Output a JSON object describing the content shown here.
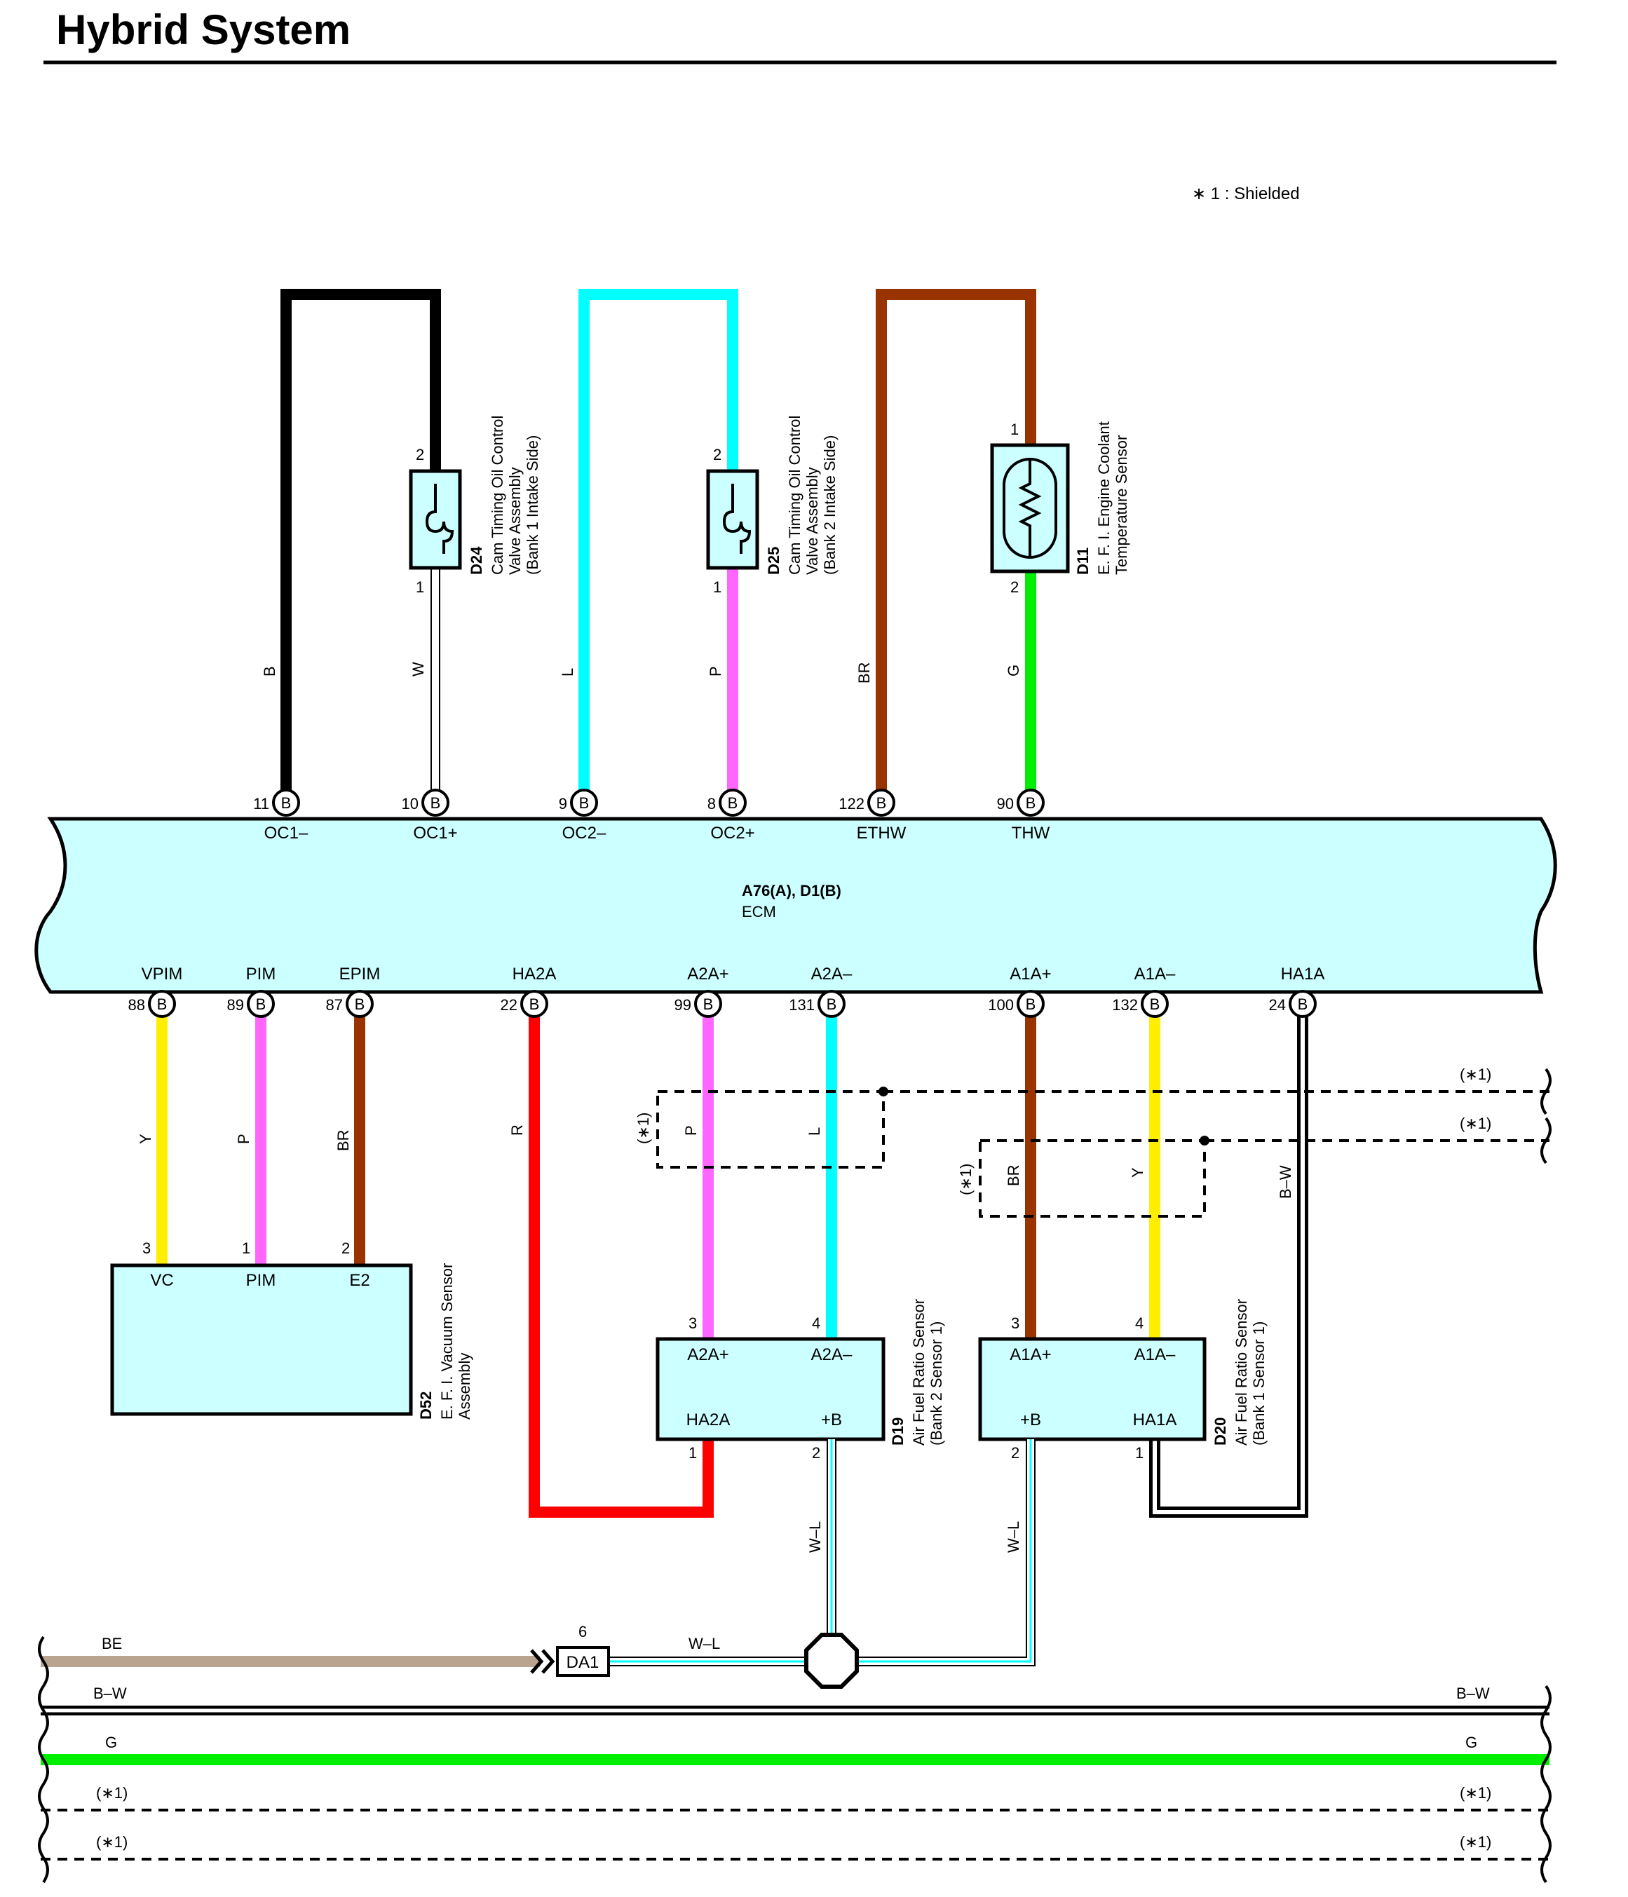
{
  "header": {
    "title": "Hybrid System",
    "note": "∗ 1 : Shielded"
  },
  "ecm": {
    "code": "A76(A), D1(B)",
    "name": "ECM"
  },
  "ecm_top_pins": [
    {
      "num": "11",
      "conn": "B",
      "name": "OC1–"
    },
    {
      "num": "10",
      "conn": "B",
      "name": "OC1+"
    },
    {
      "num": "9",
      "conn": "B",
      "name": "OC2–"
    },
    {
      "num": "8",
      "conn": "B",
      "name": "OC2+"
    },
    {
      "num": "122",
      "conn": "B",
      "name": "ETHW"
    },
    {
      "num": "90",
      "conn": "B",
      "name": "THW"
    }
  ],
  "ecm_bottom_pins": [
    {
      "num": "88",
      "conn": "B",
      "name": "VPIM"
    },
    {
      "num": "89",
      "conn": "B",
      "name": "PIM"
    },
    {
      "num": "87",
      "conn": "B",
      "name": "EPIM"
    },
    {
      "num": "22",
      "conn": "B",
      "name": "HA2A"
    },
    {
      "num": "99",
      "conn": "B",
      "name": "A2A+"
    },
    {
      "num": "131",
      "conn": "B",
      "name": "A2A–"
    },
    {
      "num": "100",
      "conn": "B",
      "name": "A1A+"
    },
    {
      "num": "132",
      "conn": "B",
      "name": "A1A–"
    },
    {
      "num": "24",
      "conn": "B",
      "name": "HA1A"
    }
  ],
  "wire_colors": {
    "top": [
      "B",
      "W",
      "L",
      "P",
      "BR",
      "G"
    ],
    "bottom": [
      "Y",
      "P",
      "BR",
      "R",
      "P",
      "L",
      "BR",
      "Y",
      "B–W"
    ],
    "heater_feed": [
      "W–L",
      "W–L",
      "W–L"
    ]
  },
  "components": {
    "d24": {
      "code": "D24",
      "line1": "Cam Timing Oil Control",
      "line2": "Valve Assembly",
      "line3": "(Bank 1 Intake Side)",
      "pin_top": "2",
      "pin_bottom": "1"
    },
    "d25": {
      "code": "D25",
      "line1": "Cam Timing Oil Control",
      "line2": "Valve Assembly",
      "line3": "(Bank 2 Intake Side)",
      "pin_top": "2",
      "pin_bottom": "1"
    },
    "d11": {
      "code": "D11",
      "line1": "E. F. I.  Engine Coolant",
      "line2": "Temperature Sensor",
      "pin_top": "1",
      "pin_bottom": "2"
    },
    "d52": {
      "code": "D52",
      "line1": "E. F. I.  Vacuum Sensor",
      "line2": "Assembly",
      "pins": [
        {
          "num": "3",
          "name": "VC"
        },
        {
          "num": "1",
          "name": "PIM"
        },
        {
          "num": "2",
          "name": "E2"
        }
      ]
    },
    "d19": {
      "code": "D19",
      "line1": "Air Fuel Ratio Sensor",
      "line2": "(Bank 2 Sensor 1)",
      "pins": [
        {
          "num": "3",
          "name": "A2A+"
        },
        {
          "num": "4",
          "name": "A2A–"
        },
        {
          "num": "1",
          "name": "HA2A"
        },
        {
          "num": "2",
          "name": "+B"
        }
      ]
    },
    "d20": {
      "code": "D20",
      "line1": "Air Fuel Ratio Sensor",
      "line2": "(Bank 1 Sensor 1)",
      "pins": [
        {
          "num": "3",
          "name": "A1A+"
        },
        {
          "num": "4",
          "name": "A1A–"
        },
        {
          "num": "2",
          "name": "+B"
        },
        {
          "num": "1",
          "name": "HA1A"
        }
      ]
    },
    "da1": {
      "code": "DA1",
      "pin": "6"
    }
  },
  "shield_label": "(∗1)",
  "bus": [
    {
      "left": "BE",
      "right": ""
    },
    {
      "left": "B–W",
      "right": "B–W"
    },
    {
      "left": "G",
      "right": "G"
    },
    {
      "left": "(∗1)",
      "right": "(∗1)"
    },
    {
      "left": "(∗1)",
      "right": "(∗1)"
    }
  ],
  "junction_wire": "W–L",
  "colors": {
    "ecm_fill": "#ccffff",
    "black": "#000000",
    "cyan": "#00ffff",
    "pink": "#ff66ff",
    "brown": "#993300",
    "green": "#00ee00",
    "yellow": "#ffee00",
    "red": "#ff0000",
    "tan": "#b8a48f",
    "white": "#ffffff"
  }
}
